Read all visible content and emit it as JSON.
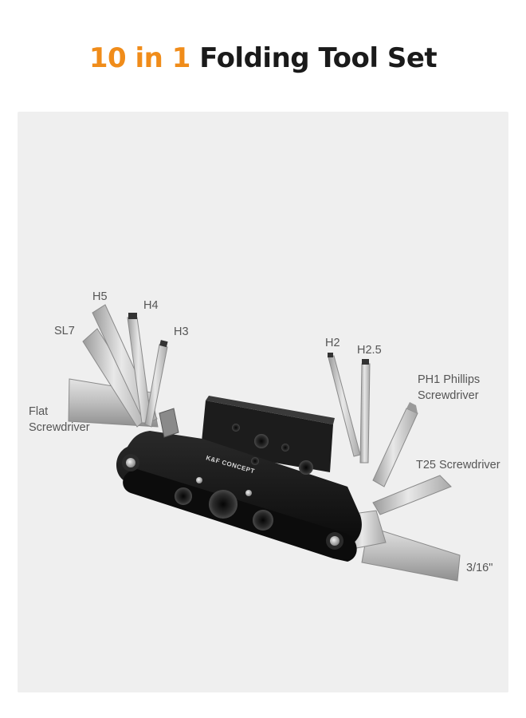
{
  "headline": {
    "accent": "10 in 1",
    "rest": "Folding Tool Set"
  },
  "labels": {
    "h5": "H5",
    "h4": "H4",
    "h3": "H3",
    "sl7": "SL7",
    "flat_line1": "Flat",
    "flat_line2": "Screwdriver",
    "h2": "H2",
    "h25": "H2.5",
    "ph1_line1": "PH1 Phillips",
    "ph1_line2": "Screwdriver",
    "t25": "T25 Screwdriver",
    "hex316": "3/16\""
  },
  "brand": {
    "name": "K&F CONCEPT"
  },
  "colors": {
    "accent": "#f08c1a",
    "text": "#1a1a1a",
    "panel": "#efefef",
    "label": "#555555",
    "tool_body": "#111111",
    "steel": "#c8c8c8"
  }
}
